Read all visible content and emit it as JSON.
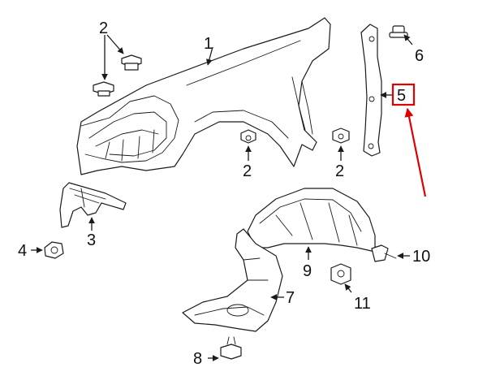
{
  "callouts": {
    "c1": "1",
    "c2a": "2",
    "c2b": "2",
    "c2c": "2",
    "c3": "3",
    "c4": "4",
    "c5": "5",
    "c6": "6",
    "c7": "7",
    "c8": "8",
    "c9": "9",
    "c10": "10",
    "c11": "11"
  },
  "highlight": {
    "callout": "5",
    "color": "#e00000"
  },
  "colors": {
    "line": "#1a1a1a",
    "highlight": "#e00000",
    "background": "#ffffff"
  }
}
